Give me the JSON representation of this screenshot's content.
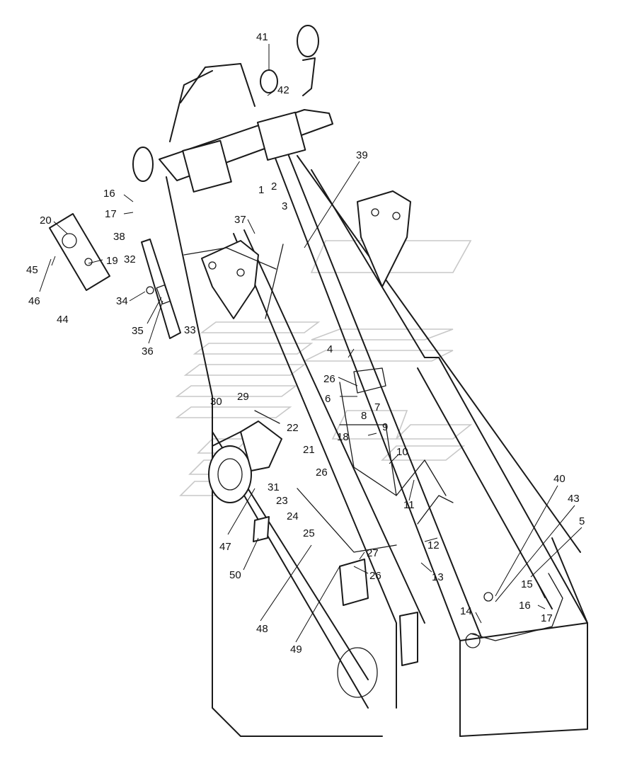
{
  "callouts": [
    {
      "id": "41",
      "text": "41"
    },
    {
      "id": "42",
      "text": "42"
    },
    {
      "id": "39",
      "text": "39"
    },
    {
      "id": "1",
      "text": "1"
    },
    {
      "id": "2",
      "text": "2"
    },
    {
      "id": "3",
      "text": "3"
    },
    {
      "id": "16a",
      "text": "16"
    },
    {
      "id": "17a",
      "text": "17"
    },
    {
      "id": "38",
      "text": "38"
    },
    {
      "id": "37",
      "text": "37"
    },
    {
      "id": "20",
      "text": "20"
    },
    {
      "id": "19",
      "text": "19"
    },
    {
      "id": "45",
      "text": "45"
    },
    {
      "id": "46",
      "text": "46"
    },
    {
      "id": "44",
      "text": "44"
    },
    {
      "id": "32",
      "text": "32"
    },
    {
      "id": "34",
      "text": "34"
    },
    {
      "id": "35",
      "text": "35"
    },
    {
      "id": "36",
      "text": "36"
    },
    {
      "id": "33",
      "text": "33"
    },
    {
      "id": "4",
      "text": "4"
    },
    {
      "id": "26a",
      "text": "26"
    },
    {
      "id": "6",
      "text": "6"
    },
    {
      "id": "7",
      "text": "7"
    },
    {
      "id": "8",
      "text": "8"
    },
    {
      "id": "29",
      "text": "29"
    },
    {
      "id": "30",
      "text": "30"
    },
    {
      "id": "9",
      "text": "9"
    },
    {
      "id": "18",
      "text": "18"
    },
    {
      "id": "22",
      "text": "22"
    },
    {
      "id": "10",
      "text": "10"
    },
    {
      "id": "21",
      "text": "21"
    },
    {
      "id": "26b",
      "text": "26"
    },
    {
      "id": "31",
      "text": "31"
    },
    {
      "id": "23",
      "text": "23"
    },
    {
      "id": "11",
      "text": "11"
    },
    {
      "id": "24",
      "text": "24"
    },
    {
      "id": "25",
      "text": "25"
    },
    {
      "id": "40",
      "text": "40"
    },
    {
      "id": "43",
      "text": "43"
    },
    {
      "id": "5",
      "text": "5"
    },
    {
      "id": "47",
      "text": "47"
    },
    {
      "id": "12",
      "text": "12"
    },
    {
      "id": "27",
      "text": "27"
    },
    {
      "id": "50",
      "text": "50"
    },
    {
      "id": "26c",
      "text": "26"
    },
    {
      "id": "13",
      "text": "13"
    },
    {
      "id": "15",
      "text": "15"
    },
    {
      "id": "16b",
      "text": "16"
    },
    {
      "id": "17b",
      "text": "17"
    },
    {
      "id": "14",
      "text": "14"
    },
    {
      "id": "48",
      "text": "48"
    },
    {
      "id": "49",
      "text": "49"
    }
  ]
}
